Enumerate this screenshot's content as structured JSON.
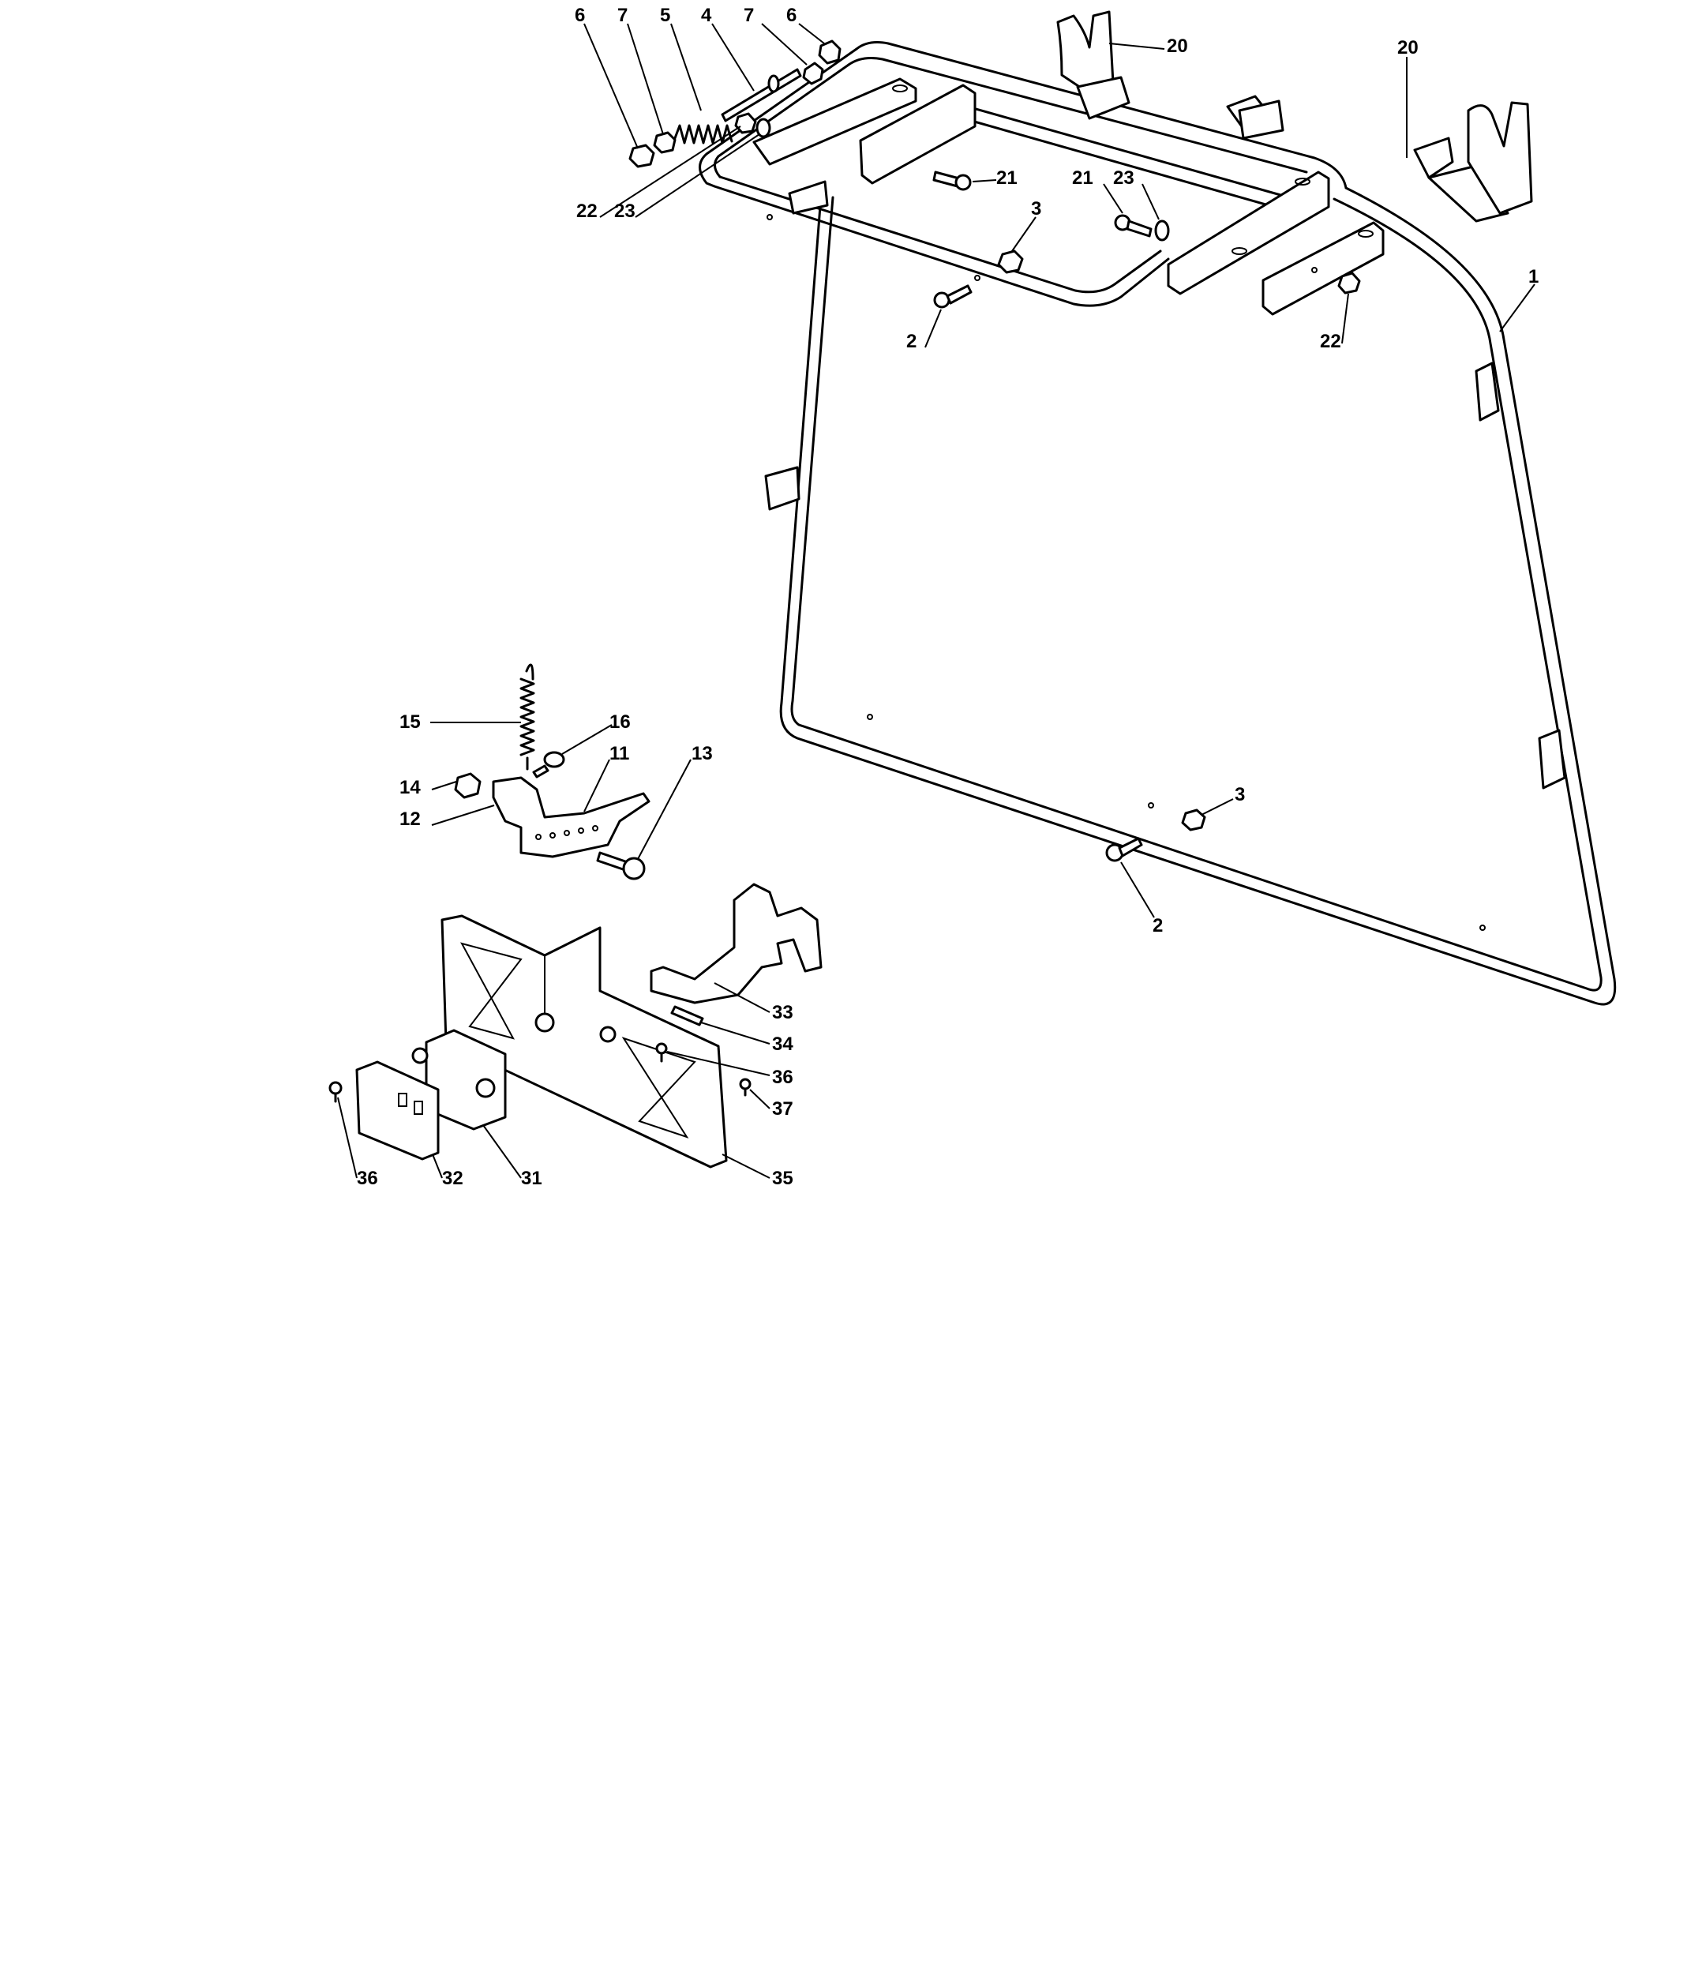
{
  "callouts": [
    {
      "id": "6a",
      "label": "6"
    },
    {
      "id": "7a",
      "label": "7"
    },
    {
      "id": "5",
      "label": "5"
    },
    {
      "id": "4",
      "label": "4"
    },
    {
      "id": "7b",
      "label": "7"
    },
    {
      "id": "6b",
      "label": "6"
    },
    {
      "id": "20a",
      "label": "20"
    },
    {
      "id": "20b",
      "label": "20"
    },
    {
      "id": "22a",
      "label": "22"
    },
    {
      "id": "23a",
      "label": "23"
    },
    {
      "id": "21a",
      "label": "21"
    },
    {
      "id": "21b",
      "label": "21"
    },
    {
      "id": "23b",
      "label": "23"
    },
    {
      "id": "3a",
      "label": "3"
    },
    {
      "id": "1",
      "label": "1"
    },
    {
      "id": "2a",
      "label": "2"
    },
    {
      "id": "22b",
      "label": "22"
    },
    {
      "id": "15",
      "label": "15"
    },
    {
      "id": "16",
      "label": "16"
    },
    {
      "id": "11",
      "label": "11"
    },
    {
      "id": "13",
      "label": "13"
    },
    {
      "id": "14",
      "label": "14"
    },
    {
      "id": "12",
      "label": "12"
    },
    {
      "id": "3b",
      "label": "3"
    },
    {
      "id": "2b",
      "label": "2"
    },
    {
      "id": "33",
      "label": "33"
    },
    {
      "id": "34",
      "label": "34"
    },
    {
      "id": "36a",
      "label": "36"
    },
    {
      "id": "37",
      "label": "37"
    },
    {
      "id": "36b",
      "label": "36"
    },
    {
      "id": "32",
      "label": "32"
    },
    {
      "id": "31",
      "label": "31"
    },
    {
      "id": "35",
      "label": "35"
    }
  ]
}
